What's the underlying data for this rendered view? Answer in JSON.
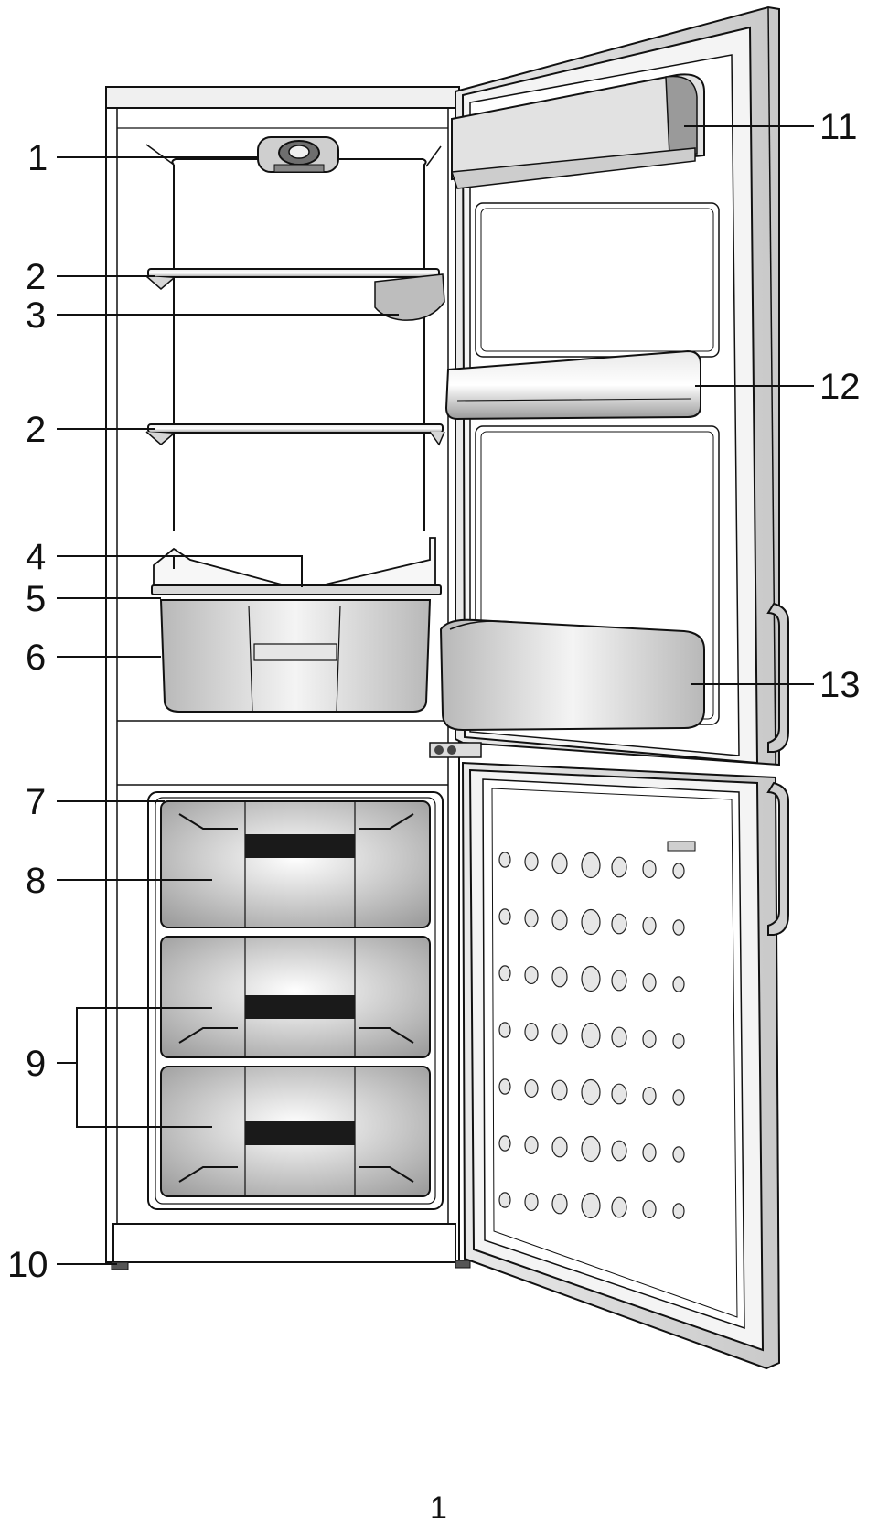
{
  "callouts": {
    "c1": "1",
    "c2a": "2",
    "c3": "3",
    "c2b": "2",
    "c4": "4",
    "c5": "5",
    "c6": "6",
    "c7": "7",
    "c8": "8",
    "c9": "9",
    "c10": "10",
    "c11": "11",
    "c12": "12",
    "c13": "13"
  },
  "page_number": "1",
  "colors": {
    "line": "#111111",
    "panel": "#f2f2f2",
    "shade": "#bfbfbf",
    "dark": "#1a1a1a"
  }
}
